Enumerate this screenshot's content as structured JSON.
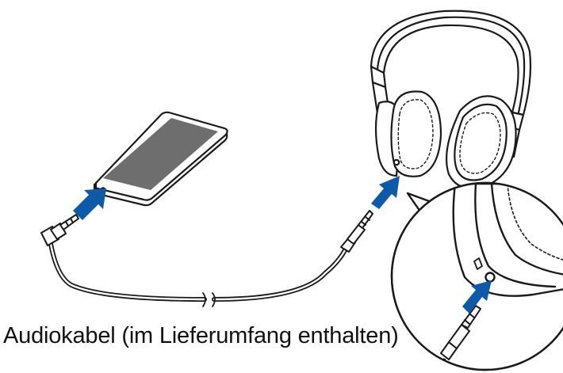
{
  "caption": "Audiokabel (im Lieferumfang enthalten)",
  "colors": {
    "line": "#1a1a1a",
    "screen": "#6e6e6e",
    "arrow": "#0e5aa7",
    "background": "#ffffff"
  },
  "icons": [
    "smartphone",
    "headphones",
    "audio-cable",
    "insert-arrow",
    "magnifier-callout"
  ]
}
